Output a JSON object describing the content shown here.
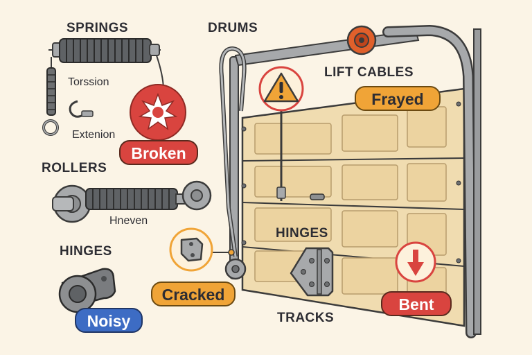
{
  "colors": {
    "red": "#d9443f",
    "orange": "#f0a437",
    "blue": "#3d6cc4",
    "door": "#f0dcb0",
    "metal": "#9a9c9e",
    "ink": "#2d2d33"
  },
  "icons": [
    "spring-icon",
    "roller-icon",
    "hinge-icon",
    "warning-icon",
    "burst-icon",
    "down-arrow-icon",
    "drum-icon",
    "garage-door-icon"
  ],
  "labels": {
    "springs": "SPRINGS",
    "torsion": "Torssion",
    "extension": "Extenion",
    "rollers": "ROLLERS",
    "uneven": "Hneven",
    "hinges_left": "HINGES",
    "drums": "DRUMS",
    "lift_cables": "LIFT CABLES",
    "hinges_door": "HINGES",
    "tracks": "TRACKS"
  },
  "badges": {
    "broken": "Broken",
    "noisy": "Noisy",
    "cracked": "Cracked",
    "frayed": "Frayed",
    "bent": "Bent"
  }
}
